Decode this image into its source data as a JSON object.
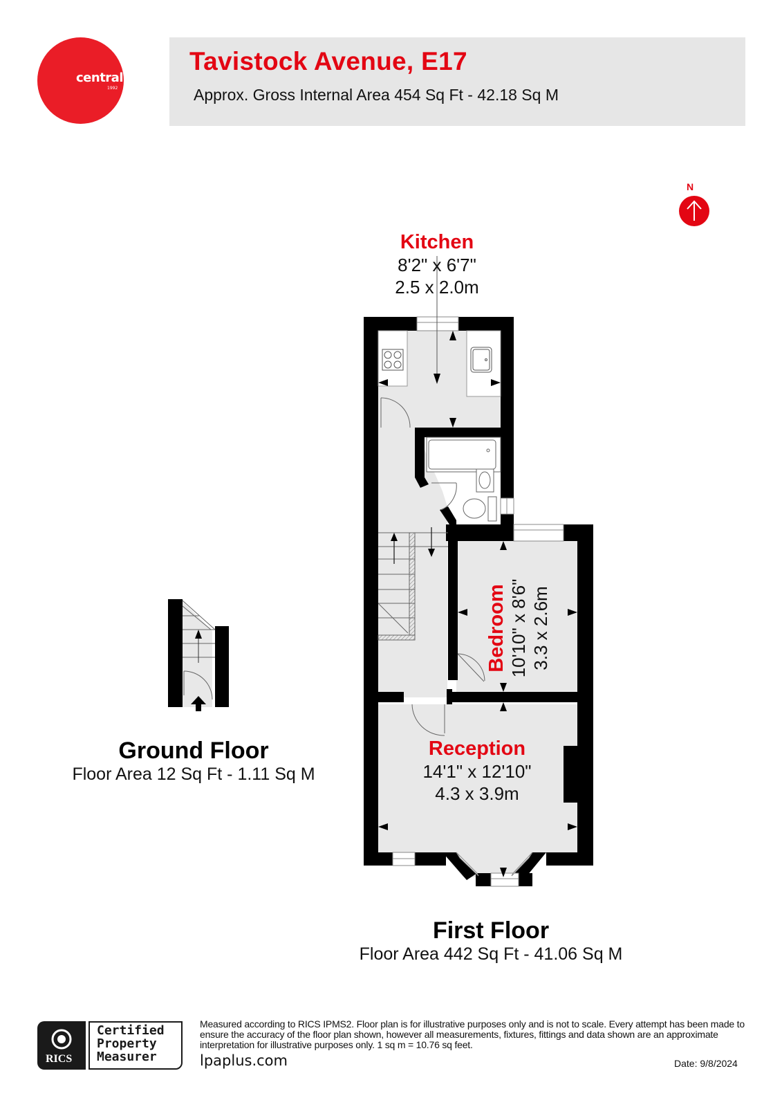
{
  "brand": {
    "logo_text": "central",
    "logo_year": "1992",
    "logo_color": "#ea1d27"
  },
  "header": {
    "title": "Tavistock Avenue, E17",
    "subtitle": "Approx. Gross Internal Area 454 Sq Ft - 42.18 Sq M",
    "title_color": "#e30613",
    "background": "#e6e6e6"
  },
  "compass": {
    "label": "N",
    "icon": "north-arrow-icon"
  },
  "rooms": {
    "kitchen": {
      "name": "Kitchen",
      "dim_imperial": "8'2\" x 6'7\"",
      "dim_metric": "2.5 x 2.0m"
    },
    "bedroom": {
      "name": "Bedroom",
      "dim_imperial": "10'10\" x 8'6\"",
      "dim_metric": "3.3 x 2.6m"
    },
    "reception": {
      "name": "Reception",
      "dim_imperial": "14'1\" x 12'10\"",
      "dim_metric": "4.3 x 3.9m"
    }
  },
  "floors": {
    "ground": {
      "name": "Ground Floor",
      "area": "Floor Area 12 Sq Ft - 1.11 Sq M"
    },
    "first": {
      "name": "First Floor",
      "area": "Floor Area 442 Sq Ft - 41.06 Sq M"
    }
  },
  "footer": {
    "badge_org": "RICS",
    "badge_line1": "Certified",
    "badge_line2": "Property",
    "badge_line3": "Measurer",
    "disclaimer": "Measured according to RICS IPMS2. Floor plan is for illustrative purposes only and is not to scale. Every attempt has been made to ensure the accuracy of the floor plan shown, however all measurements, fixtures, fittings and data shown are an approximate interpretation for illustrative purposes only. 1 sq m = 10.76 sq feet.",
    "website": "lpaplus.com",
    "date": "Date: 9/8/2024"
  },
  "colors": {
    "accent_red": "#e30613",
    "wall": "#000000",
    "floor_fill": "#e8e8e8"
  }
}
